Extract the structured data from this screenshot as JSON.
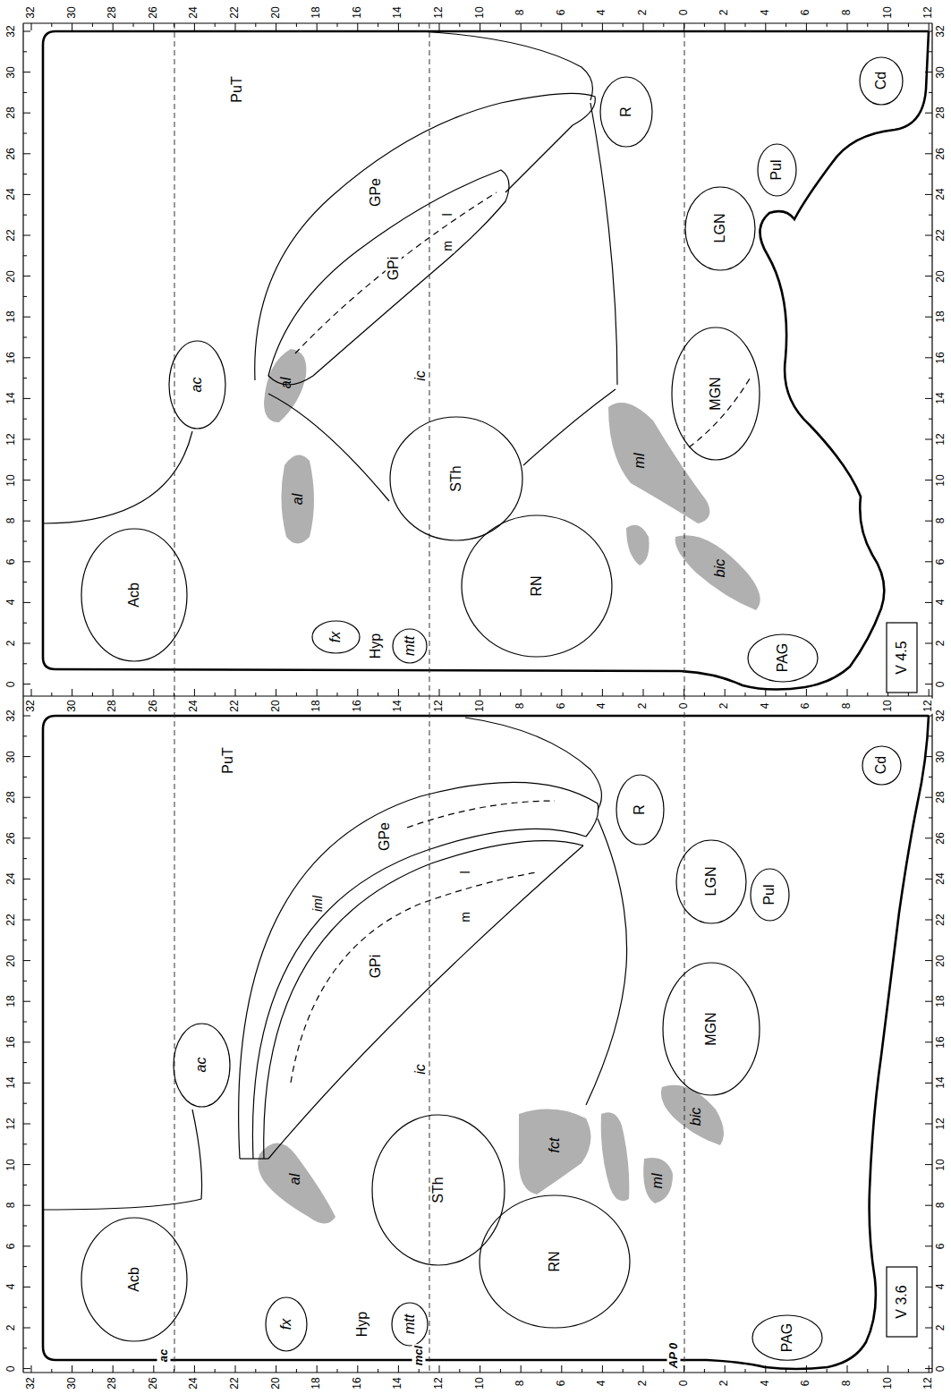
{
  "diagram": {
    "nodes": [
      {
        "text": [
          "PuT"
        ]
      },
      {
        "text": [
          "GPe"
        ]
      },
      {
        "text": [
          "GPi",
          "l",
          "m"
        ]
      },
      {
        "text": [
          "ac"
        ]
      },
      {
        "text": [
          "al"
        ]
      },
      {
        "text": [
          "al"
        ]
      },
      {
        "text": [
          "Acb"
        ]
      },
      {
        "text": [
          "ic"
        ]
      },
      {
        "text": [
          "STh"
        ]
      },
      {
        "text": [
          "fx"
        ]
      },
      {
        "text": [
          "mtt"
        ]
      },
      {
        "text": [
          "RN"
        ]
      },
      {
        "text": [
          "R"
        ]
      },
      {
        "text": [
          "LGN"
        ]
      },
      {
        "text": [
          "Pul"
        ]
      },
      {
        "text": [
          "MGN"
        ]
      },
      {
        "text": [
          "ml"
        ]
      },
      {
        "text": [
          "bic"
        ]
      },
      {
        "text": [
          "PAG"
        ]
      },
      {
        "text": [
          "Cd"
        ]
      },
      {
        "text": [
          "V 4.5"
        ]
      },
      {
        "text": [
          "PuT"
        ]
      },
      {
        "text": [
          "GPe"
        ]
      },
      {
        "text": [
          "GPi",
          "l",
          "m"
        ]
      },
      {
        "text": [
          "ac"
        ]
      },
      {
        "text": [
          "al"
        ]
      },
      {
        "text": [
          "ic"
        ]
      },
      {
        "text": [
          "Acb"
        ]
      },
      {
        "text": [
          "STh"
        ]
      },
      {
        "text": [
          "fct"
        ]
      },
      {
        "text": [
          "ml"
        ]
      },
      {
        "text": [
          "MGN"
        ]
      },
      {
        "text": [
          "bic"
        ]
      },
      {
        "text": [
          "fx"
        ]
      },
      {
        "text": [
          "mtt"
        ]
      },
      {
        "text": [
          "RN"
        ]
      },
      {
        "text": [
          "R"
        ]
      },
      {
        "text": [
          "LGN"
        ]
      },
      {
        "text": [
          "Pul"
        ]
      },
      {
        "text": [
          "PAG"
        ]
      },
      {
        "text": [
          "Cd"
        ]
      },
      {
        "text": [
          "V 3.6"
        ]
      }
    ],
    "labels": [
      "32",
      "30",
      "28",
      "26",
      "24",
      "22",
      "20",
      "18",
      "16",
      "14",
      "12",
      "10",
      "8",
      "6",
      "4",
      "2",
      "0",
      "2",
      "4",
      "6",
      "8",
      "10",
      "12",
      "32",
      "30",
      "28",
      "26",
      "24",
      "22",
      "20",
      "18",
      "16",
      "14",
      "12",
      "10",
      "8",
      "6",
      "4",
      "2",
      "0",
      "2",
      "4",
      "6",
      "8",
      "10",
      "12",
      "32",
      "30",
      "28",
      "26",
      "24",
      "22",
      "20",
      "18",
      "16",
      "14",
      "12",
      "10",
      "8",
      "6",
      "4",
      "2",
      "0",
      "2",
      "4",
      "6",
      "8",
      "10",
      "12",
      "32",
      "30",
      "28",
      "26",
      "24",
      "22",
      "20",
      "18",
      "16",
      "14",
      "12",
      "10",
      "8",
      "6",
      "4",
      "2",
      "0",
      "32",
      "30",
      "28",
      "26",
      "24",
      "22",
      "20",
      "18",
      "16",
      "14",
      "12",
      "10",
      "8",
      "6",
      "4",
      "2",
      "0",
      "32",
      "30",
      "28",
      "26",
      "24",
      "22",
      "20",
      "18",
      "16",
      "14",
      "12",
      "10",
      "8",
      "6",
      "4",
      "2",
      "0",
      "32",
      "30",
      "28",
      "26",
      "24",
      "22",
      "20",
      "18",
      "16",
      "14",
      "12",
      "10",
      "8",
      "6",
      "4",
      "2",
      "0",
      "Hyp",
      "iml",
      "Hyp",
      "ac",
      "mcl",
      "AP 0"
    ]
  }
}
